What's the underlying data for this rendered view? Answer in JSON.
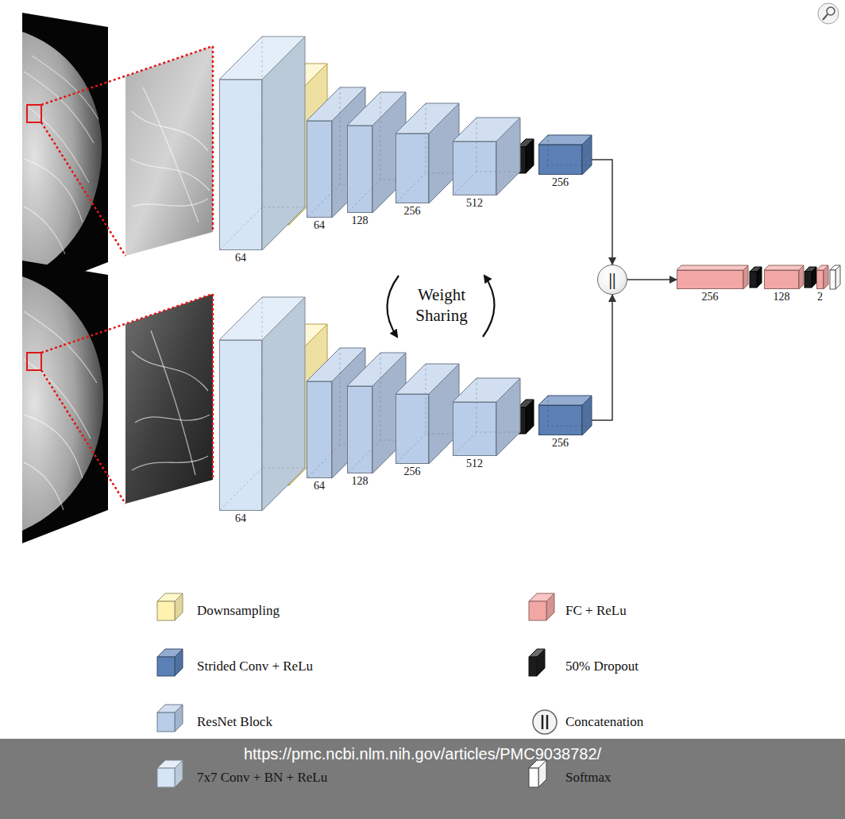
{
  "diagram": {
    "nodes": [
      {
        "text": [
          "64"
        ]
      },
      {
        "text": [
          "64"
        ]
      },
      {
        "text": [
          "128"
        ]
      },
      {
        "text": [
          "256"
        ]
      },
      {
        "text": [
          "512"
        ]
      },
      {
        "text": [
          "256"
        ]
      },
      {
        "text": [
          "64"
        ]
      },
      {
        "text": [
          "64"
        ]
      },
      {
        "text": [
          "128"
        ]
      },
      {
        "text": [
          "256"
        ]
      },
      {
        "text": [
          "512"
        ]
      },
      {
        "text": [
          "256"
        ]
      },
      {
        "text": [
          "||"
        ]
      },
      {
        "text": [
          "256"
        ]
      },
      {
        "text": [
          "128"
        ]
      },
      {
        "text": [
          "2"
        ]
      }
    ],
    "edges": [
      {
        "from": 5,
        "to": 12,
        "arrow": "to"
      },
      {
        "from": 11,
        "to": 12,
        "arrow": "to"
      },
      {
        "from": 12,
        "to": 13,
        "arrow": "to"
      }
    ],
    "labels": [
      "Weight Sharing",
      "https://pmc.ncbi.nlm.nih.gov/articles/PMC9038782/"
    ],
    "legend": [
      {
        "text": "Downsampling",
        "color": "#fff2b0"
      },
      {
        "text": "Strided Conv + ReLu",
        "color": "#5b80b5"
      },
      {
        "text": "ResNet Block",
        "color": "#b9cde8"
      },
      {
        "text": "7x7 Conv + BN + ReLu",
        "color": "#d5e5f6"
      },
      {
        "text": "FC + ReLu",
        "color": "#f2a7a5"
      },
      {
        "text": "50% Dropout",
        "color": "#1c1c1c"
      },
      {
        "text": "Concatenation"
      },
      {
        "text": "Softmax"
      }
    ]
  }
}
